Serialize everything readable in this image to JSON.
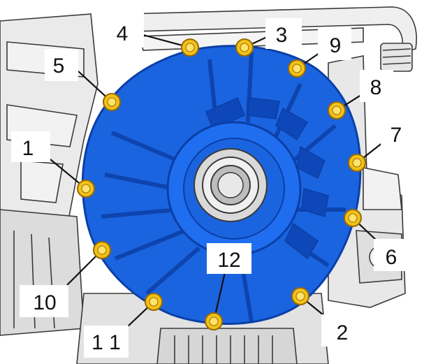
{
  "colors": {
    "background": "#ffffff",
    "line_art": "#3a3a3a",
    "engine_fill": "#e4e4e4",
    "cover_blue": "#1b64e0",
    "cover_dark": "#0b3fa6",
    "bolt_yellow": "#f2c21a",
    "bolt_rim": "#9a6a00"
  },
  "bolts": [
    {
      "id": "b1",
      "label": "1"
    },
    {
      "id": "b2",
      "label": "2"
    },
    {
      "id": "b3",
      "label": "3"
    },
    {
      "id": "b4",
      "label": "4"
    },
    {
      "id": "b5",
      "label": "5"
    },
    {
      "id": "b6",
      "label": "6"
    },
    {
      "id": "b7",
      "label": "7"
    },
    {
      "id": "b8",
      "label": "8"
    },
    {
      "id": "b9",
      "label": "9"
    },
    {
      "id": "b10",
      "label": "10"
    },
    {
      "id": "b11",
      "label": "1 1"
    },
    {
      "id": "b12",
      "label": "12"
    }
  ]
}
